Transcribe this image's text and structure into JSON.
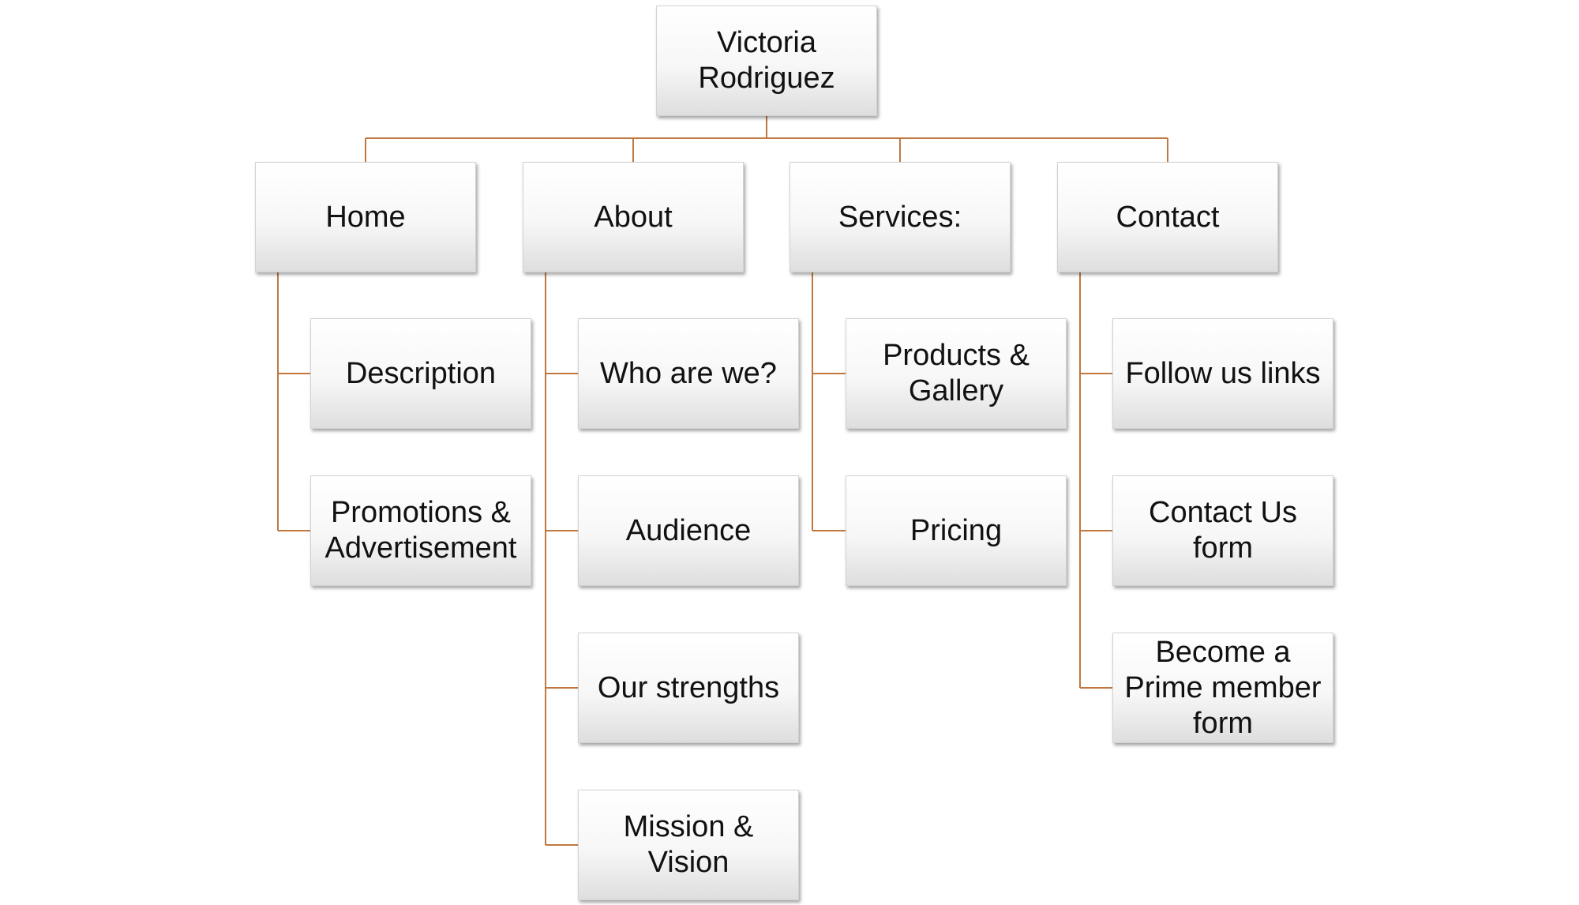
{
  "diagram": {
    "line_color": "#C07840",
    "root": {
      "label": "Victoria\nRodriguez"
    },
    "sections": [
      {
        "id": "home",
        "label": "Home",
        "children": [
          "Description",
          "Promotions &\nAdvertisement"
        ]
      },
      {
        "id": "about",
        "label": "About",
        "children": [
          "Who are we?",
          "Audience",
          "Our strengths",
          "Mission &\nVision"
        ]
      },
      {
        "id": "services",
        "label": "Services:",
        "children": [
          "Products &\nGallery",
          "Pricing"
        ]
      },
      {
        "id": "contact",
        "label": "Contact",
        "children": [
          "Follow us links",
          "Contact Us\nform",
          "Become a\nPrime member\nform"
        ]
      }
    ]
  }
}
